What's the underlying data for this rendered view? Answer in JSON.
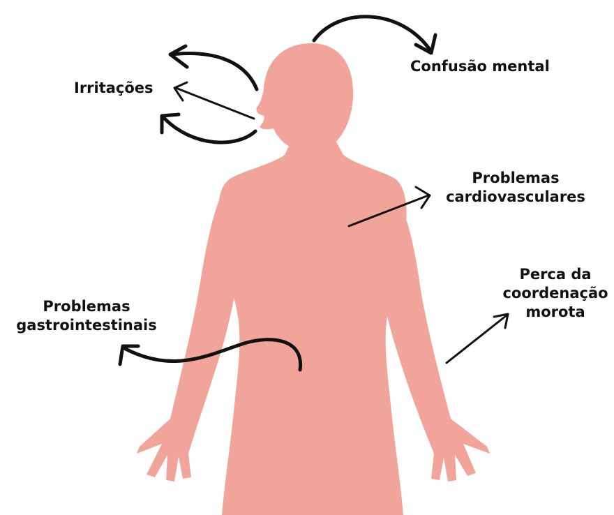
{
  "colors": {
    "body": "#f1a59a",
    "ink": "#111111",
    "background": "#ffffff"
  },
  "labels": {
    "confusao": "Confusão mental",
    "irritacoes": "Irritações",
    "cardio_line1": "Problemas",
    "cardio_line2": "cardiovasculares",
    "coord_line1": "Perca da",
    "coord_line2": "coordenação",
    "coord_line3": "morota",
    "gastro_line1": "Problemas",
    "gastro_line2": "gastrointestinais"
  }
}
